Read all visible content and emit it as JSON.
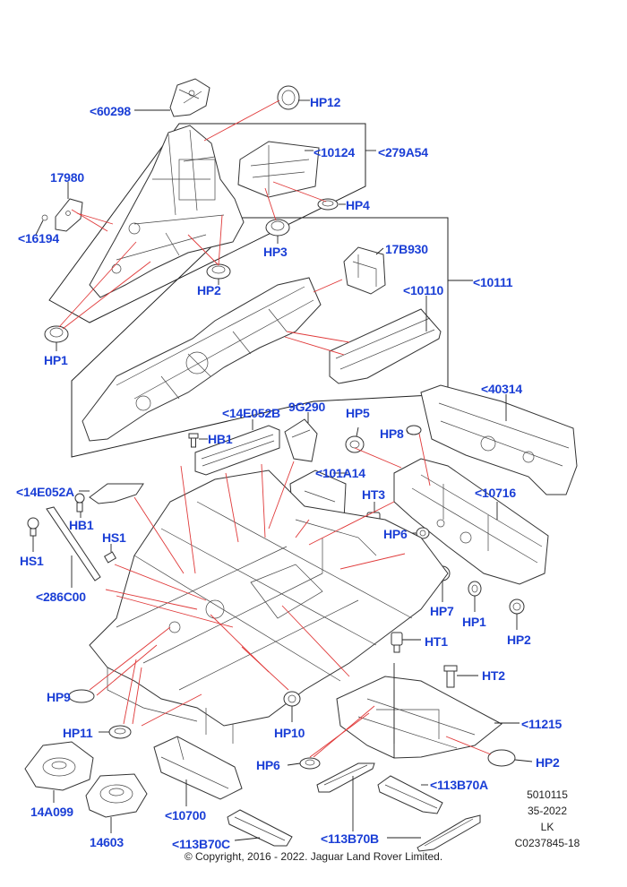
{
  "labels": {
    "p60298": "<60298",
    "hp12": "HP12",
    "p10124": "<10124",
    "p279a54": "<279A54",
    "p17980": "17980",
    "p16194": "<16194",
    "hp4": "HP4",
    "hp3": "HP3",
    "p17b930": "17B930",
    "p10110": "<10110",
    "p10111": "<10111",
    "hp2_top": "HP2",
    "hp1_top": "HP1",
    "p40314": "<40314",
    "p14e052b": "<14E052B",
    "p9g290": "9G290",
    "hp5": "HP5",
    "hp8": "HP8",
    "hb1_top": "HB1",
    "p14e052a": "<14E052A",
    "p101a14": "<101A14",
    "ht3": "HT3",
    "p10716": "<10716",
    "hb1_left": "HB1",
    "hs1_mid": "HS1",
    "hp6_right": "HP6",
    "hs1_left": "HS1",
    "p286c00": "<286C00",
    "hp7": "HP7",
    "hp1_right": "HP1",
    "hp2_right": "HP2",
    "ht1": "HT1",
    "ht2": "HT2",
    "hp9": "HP9",
    "p11215": "<11215",
    "hp11": "HP11",
    "hp10": "HP10",
    "hp6_bottom": "HP6",
    "hp2_bottom": "HP2",
    "p113b70a": "<113B70A",
    "p14a099": "14A099",
    "p10700": "<10700",
    "p14603": "14603",
    "p113b70c": "<113B70C",
    "p113b70b": "<113B70B"
  },
  "meta": {
    "line1": "5010115",
    "line2": "35-2022",
    "line3": "LK",
    "line4": "C0237845-18"
  },
  "copyright": "© Copyright, 2016 - 2022. Jaguar Land Rover Limited.",
  "colors": {
    "label": "#1b3fd6",
    "leader": "#e03a3a",
    "outline": "#333333"
  }
}
